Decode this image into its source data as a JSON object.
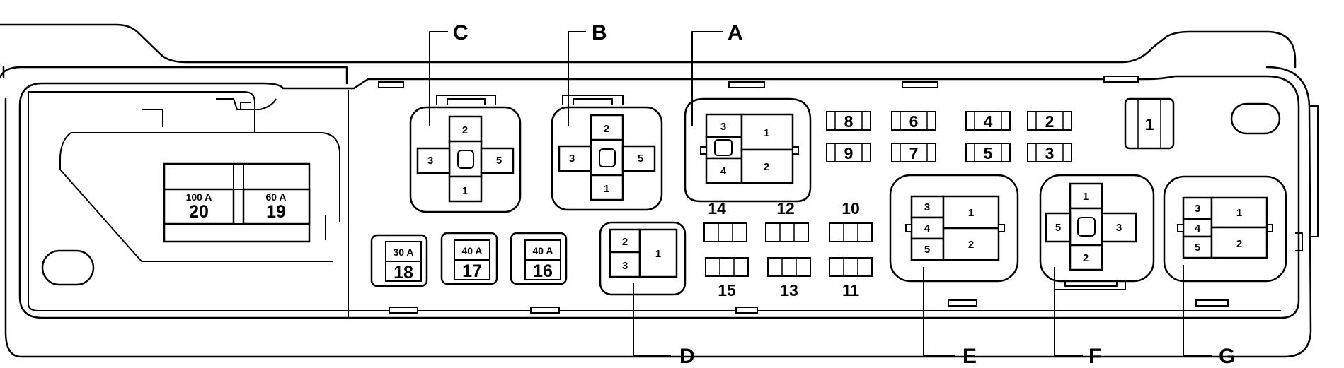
{
  "relay_labels": {
    "a": "A",
    "b": "B",
    "c": "C",
    "d": "D",
    "e": "E",
    "f": "F",
    "g": "G"
  },
  "relay_pins": {
    "c": [
      "2",
      "3",
      "5",
      "1"
    ],
    "b": [
      "2",
      "3",
      "5",
      "1"
    ],
    "a": [
      "3",
      "1",
      "4",
      "2"
    ],
    "d": [
      "2",
      "3",
      "1"
    ],
    "e": [
      "3",
      "1",
      "4",
      "5",
      "2"
    ],
    "f": [
      "1",
      "5",
      "3",
      "2"
    ],
    "g": [
      "3",
      "1",
      "4",
      "5",
      "2"
    ]
  },
  "fuses": {
    "f1": "1",
    "f2": "2",
    "f3": "3",
    "f4": "4",
    "f5": "5",
    "f6": "6",
    "f7": "7",
    "f8": "8",
    "f9": "9",
    "f10": "10",
    "f11": "11",
    "f12": "12",
    "f13": "13",
    "f14": "14",
    "f15": "15"
  },
  "fusible_links": {
    "f20": {
      "amp": "100 A",
      "num": "20"
    },
    "f19": {
      "amp": "60 A",
      "num": "19"
    },
    "f18": {
      "amp": "30 A",
      "num": "18"
    },
    "f17": {
      "amp": "40 A",
      "num": "17"
    },
    "f16": {
      "amp": "40 A",
      "num": "16"
    }
  }
}
